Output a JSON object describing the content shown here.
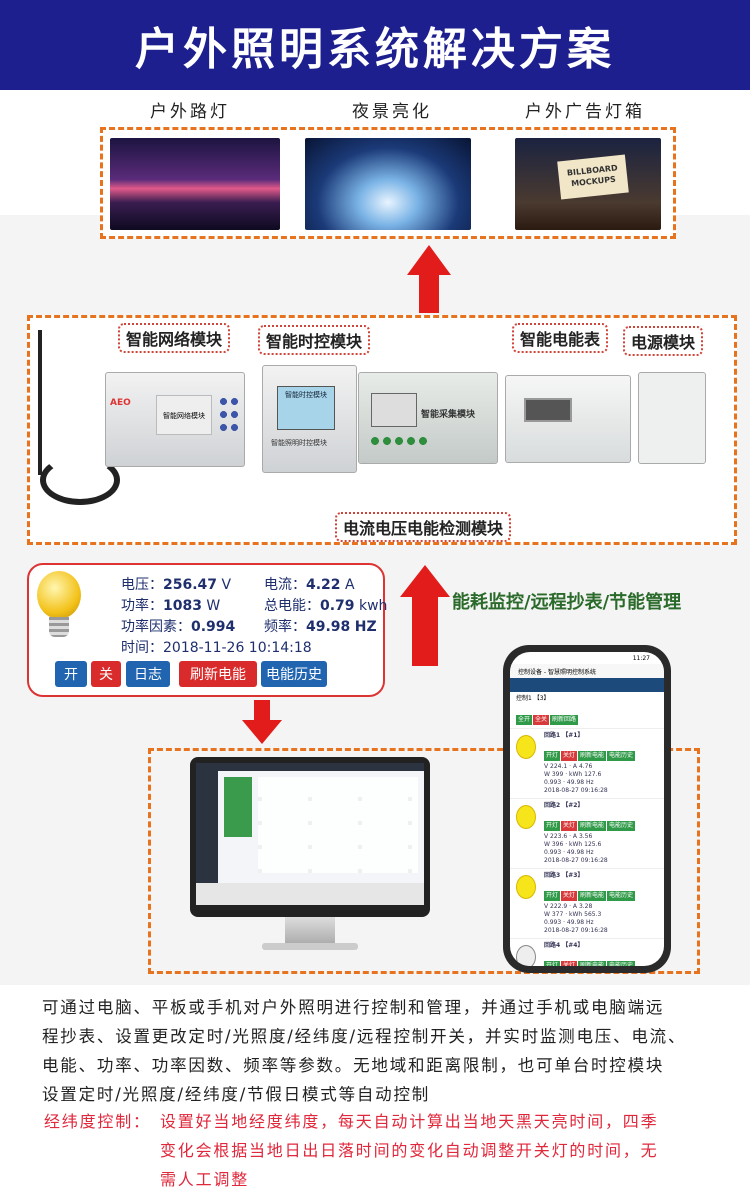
{
  "title": "户外照明系统解决方案",
  "scenes": [
    "户外路灯",
    "夜景亮化",
    "户外广告灯箱"
  ],
  "billboard_text": "BILLBOARD MOCKUPS",
  "modules": {
    "network": "智能网络模块",
    "timer": "智能时控模块",
    "meter": "智能电能表",
    "power": "电源模块",
    "detect": "电流电压电能检测模块"
  },
  "device_text": {
    "network_face": "智能网络模块",
    "timer_face": "智能照明时控模块",
    "timer_screen": "智能时控模块",
    "collect_face": "智能采集模块",
    "brand": "AEO"
  },
  "panel": {
    "voltage_label": "电压：",
    "voltage": "256.47",
    "voltage_unit": "V",
    "current_label": "电流：",
    "current": "4.22",
    "current_unit": "A",
    "power_label": "功率：",
    "power": "1083",
    "power_unit": "W",
    "energy_label": "总电能：",
    "energy": "0.79",
    "energy_unit": "kwh",
    "pf_label": "功率因素：",
    "pf": "0.994",
    "freq_label": "频率：",
    "freq": "49.98",
    "freq_unit": "HZ",
    "time_label": "时间：",
    "time": "2018-11-26 10:14:18",
    "buttons": [
      "开",
      "关",
      "日志",
      "刷新电能",
      "电能历史"
    ]
  },
  "slogan": "能耗监控/远程抄表/节能管理",
  "phone": {
    "status_time": "11:27",
    "app_title": "控制设备 - 智慧照明控制系统",
    "group": "控制1 【3】",
    "group_btns": [
      "全开",
      "全关",
      "刷新回路"
    ],
    "circuits": [
      {
        "name": "回路1 【#1】",
        "v": "224.1",
        "a": "4.76",
        "w": "399",
        "kwh": "127.6",
        "pf": "0.993",
        "hz": "49.98",
        "time": "2018-08-27 09:16:28"
      },
      {
        "name": "回路2 【#2】",
        "v": "223.6",
        "a": "3.56",
        "w": "396",
        "kwh": "125.6",
        "pf": "0.993",
        "hz": "49.98",
        "time": "2018-08-27 09:16:28"
      },
      {
        "name": "回路3 【#3】",
        "v": "222.9",
        "a": "3.28",
        "w": "377",
        "kwh": "565.3",
        "pf": "0.993",
        "hz": "49.98",
        "time": "2018-08-27 09:16:28"
      },
      {
        "name": "回路4 【#4】",
        "v": "",
        "a": "",
        "w": "",
        "kwh": "",
        "pf": "",
        "hz": "",
        "time": ""
      }
    ],
    "circuit_btns": [
      "开灯",
      "关灯",
      "刷新电能",
      "电能历史"
    ]
  },
  "description": [
    "可通过电脑、平板或手机对户外照明进行控制和管理，并通过手机或电脑端远",
    "程抄表、设置更改定时/光照度/经纬度/远程控制开关，并实时监测电压、电流、",
    "电能、功率、功率因数、频率等参数。无地域和距离限制，也可单台时控模块",
    "设置定时/光照度/经纬度/节假日模式等自动控制"
  ],
  "latlng": {
    "label": "经纬度控制：",
    "lines": [
      "设置好当地经度纬度，每天自动计算出当地天黑天亮时间，四季",
      "变化会根据当地日出日落时间的变化自动调整开关灯的时间，无",
      "需人工调整"
    ]
  },
  "colors": {
    "header": "#1d1f8f",
    "accent_red": "#e21b1b",
    "dash_orange": "#e8731e",
    "slogan_green": "#2a6a2a"
  }
}
